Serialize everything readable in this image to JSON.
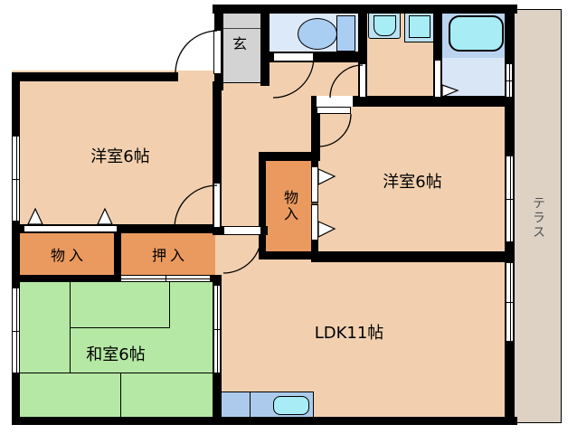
{
  "rooms": {
    "bedroom_left": {
      "label": "洋室6帖"
    },
    "bedroom_right": {
      "label": "洋室6帖"
    },
    "ldk": {
      "label": "LDK11帖"
    },
    "japanese_room": {
      "label": "和室6帖"
    },
    "storage_left": {
      "label": "物入"
    },
    "closet": {
      "label": "押入"
    },
    "storage_center": {
      "label": "物入"
    },
    "entrance": {
      "label": "玄"
    },
    "terrace": {
      "label": "テラス"
    }
  },
  "icons": {
    "toilet": "toilet-icon",
    "washbasin": "washbasin-icon",
    "washing_machine": "washing-machine-icon",
    "bathtub": "bathtub-icon",
    "kitchen_sink": "kitchen-sink-icon"
  },
  "colors": {
    "wall": "#000000",
    "room_floor": "#f2d0af",
    "tatami_green": "#b5e8a4",
    "storage_orange": "#ea9a5f",
    "toilet_floor": "#dce9f8",
    "bath_upper": "#bad4f0",
    "bath_lower": "#d9e6f6",
    "fixture_blue": "#aacdf2",
    "fixture_cyan": "#a8ecf5",
    "fixture_shell": "#bce2f3",
    "kitchen_counter": "#accbec",
    "entrance_gray": "#d3d3d3",
    "terrace_tan": "#ddd2c4"
  }
}
